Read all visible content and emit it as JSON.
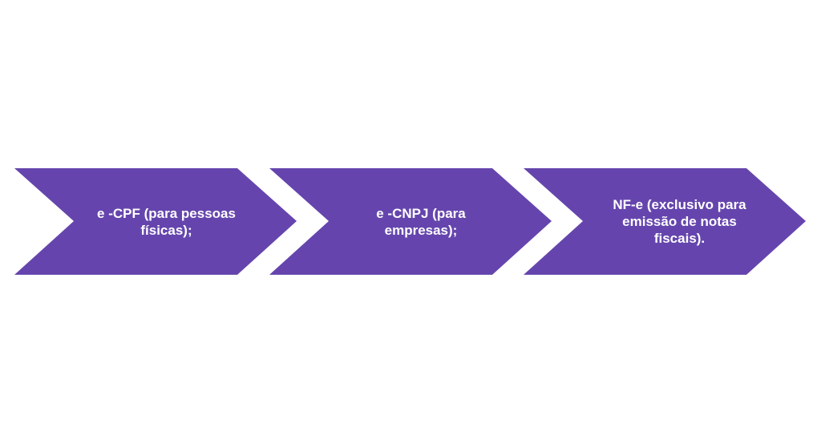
{
  "flow": {
    "fill_color": "#6545ad",
    "text_color": "#ffffff",
    "steps": [
      {
        "label": "e -CPF (para pessoas\nfísicas);"
      },
      {
        "label": "e -CNPJ (para\nempresas);"
      },
      {
        "label": "NF-e (exclusivo para\nemissão de notas\nfiscais)."
      }
    ]
  }
}
